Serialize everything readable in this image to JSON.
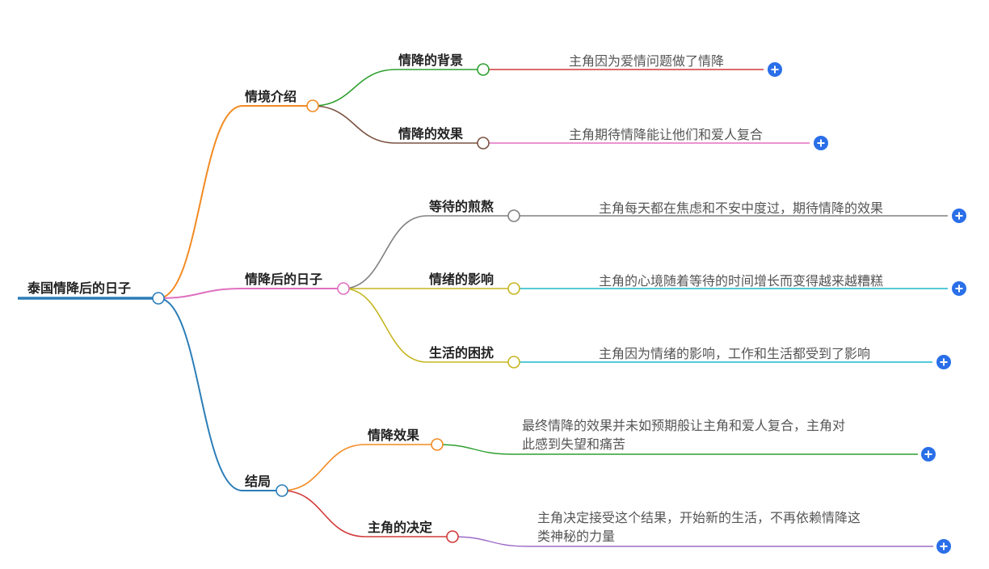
{
  "root": {
    "label": "泰国情降后的日子"
  },
  "branches": [
    {
      "label": "情境介绍",
      "color": "#f28a22",
      "children": [
        {
          "label": "情降的背景",
          "color": "#2ea02e",
          "detail": [
            "主角因为爱情问题做了情降"
          ],
          "detail_color": "#d23a3a"
        },
        {
          "label": "情降的效果",
          "color": "#7a5240",
          "detail": [
            "主角期待情降能让他们和爱人复合"
          ],
          "detail_color": "#e070c0"
        }
      ]
    },
    {
      "label": "情降后的日子",
      "color": "#e070c0",
      "children": [
        {
          "label": "等待的煎熬",
          "color": "#808080",
          "detail": [
            "主角每天都在焦虑和不安中度过，期待情降的效果"
          ],
          "detail_color": "#808080"
        },
        {
          "label": "情绪的影响",
          "color": "#c6b620",
          "detail": [
            "主角的心境随着等待的时间增长而变得越来越糟糕"
          ],
          "detail_color": "#1fb8cc"
        },
        {
          "label": "生活的困扰",
          "color": "#c6b620",
          "detail": [
            "主角因为情绪的影响，工作和生活都受到了影响"
          ],
          "detail_color": "#1fb8cc"
        }
      ]
    },
    {
      "label": "结局",
      "color": "#2b7db8",
      "children": [
        {
          "label": "情降效果",
          "color": "#f28a22",
          "detail": [
            "最终情降的效果并未如预期般让主角和爱人复合，主角对",
            "此感到失望和痛苦"
          ],
          "detail_color": "#2ea02e"
        },
        {
          "label": "主角的决定",
          "color": "#d23a3a",
          "detail": [
            "主角决定接受这个结果，开始新的生活，不再依赖情降这",
            "类神秘的力量"
          ],
          "detail_color": "#9d6cc8"
        }
      ]
    }
  ],
  "colors": {
    "root": "#2b7db8",
    "expand": "#2a6fe8"
  }
}
